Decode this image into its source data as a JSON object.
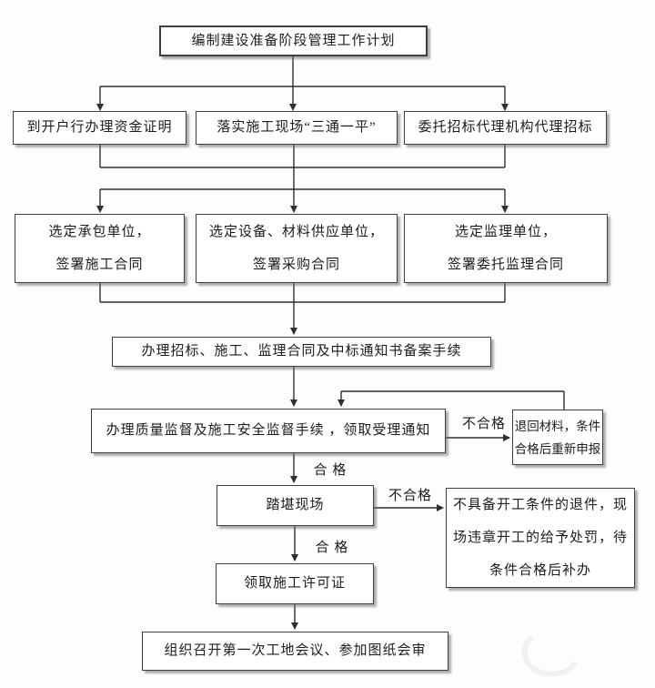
{
  "diagram": {
    "type": "flowchart",
    "colors": {
      "background": "#fdfdfd",
      "box_fill": "#ffffff",
      "box_border": "#3f3f3f",
      "line": "#2f2f2f",
      "text": "#1c1c1c"
    }
  },
  "nodes": {
    "plan": {
      "label": "编制建设准备阶段管理工作计划"
    },
    "fund": {
      "label": "到开户行办理资金证明"
    },
    "site": {
      "label": "落实施工现场“三通一平”"
    },
    "agency": {
      "label": "委托招标代理机构代理招标"
    },
    "contractor": {
      "label": "选定承包单位，\n签署施工合同"
    },
    "supplier": {
      "label": "选定设备、材料供应单位，\n签署采购合同"
    },
    "supervisor": {
      "label": "选定监理单位，\n签署委托监理合同"
    },
    "record": {
      "label": "办理招标、施工、监理合同及中标通知书备案手续"
    },
    "quality": {
      "label": "办理质量监督及施工安全监督手续 ，领取受理通知"
    },
    "return_material": {
      "label": "退回材料，条件\n合格后重新申报"
    },
    "site_visit": {
      "label": "踏堪现场"
    },
    "reject": {
      "label": "不具备开工条件的退件，现\n场违章开工的给予处罚，待\n条件合格后补办"
    },
    "permit": {
      "label": "领取施工许可证"
    },
    "meeting": {
      "label": "组织召开第一次工地会议、参加图纸会审"
    }
  },
  "edge_labels": {
    "fail1": "不合格",
    "pass1": "合 格",
    "fail2": "不合格",
    "pass2": "合 格"
  }
}
